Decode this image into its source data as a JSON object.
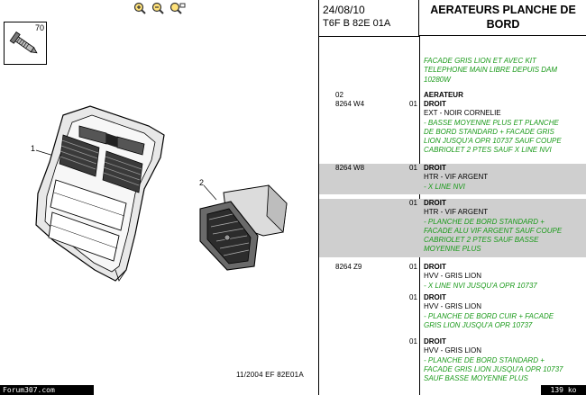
{
  "zoom_toolbar": {
    "zoom_in_label": "zoom in",
    "zoom_out_label": "zoom out",
    "zoom_fit_label": "zoom fit"
  },
  "diagram": {
    "part_70_label": "70",
    "part_1_label": "1",
    "part_2_label": "2",
    "footer_ref": "11/2004   EF 82E01A"
  },
  "header": {
    "date": "24/08/10",
    "code": "T6F  B  82E  01A",
    "title_line1": "AERATEURS PLANCHE DE",
    "title_line2": "BORD"
  },
  "entries": [
    {
      "ref": "",
      "num": "",
      "lines": [
        {
          "text": "FACADE GRIS LION ET AVEC KIT",
          "style": "g"
        },
        {
          "text": "TELEPHONE MAIN LIBRE DEPUIS DAM",
          "style": "g"
        },
        {
          "text": "10280W",
          "style": "g"
        }
      ]
    },
    {
      "ref": "02",
      "num": "",
      "lines": [
        {
          "text": "AERATEUR",
          "style": "b"
        }
      ]
    },
    {
      "ref": "8264 W4",
      "num": "01",
      "lines": [
        {
          "text": "DROIT",
          "style": "b"
        },
        {
          "text": "EXT - NOIR CORNELIE",
          "style": ""
        },
        {
          "text": "- BASSE MOYENNE PLUS ET PLANCHE",
          "style": "g"
        },
        {
          "text": "DE BORD STANDARD + FACADE GRIS",
          "style": "g"
        },
        {
          "text": "LION JUSQU'A OPR 10737 SAUF COUPE",
          "style": "g"
        },
        {
          "text": "CABRIOLET 2 PTES SAUF X LINE NVI",
          "style": "g"
        }
      ]
    },
    {
      "ref": "8264 W8",
      "num": "01",
      "shade": true,
      "lines": [
        {
          "text": "DROIT",
          "style": "b"
        },
        {
          "text": "HTR - VIF ARGENT",
          "style": ""
        },
        {
          "text": "- X LINE NVI",
          "style": "g"
        }
      ]
    },
    {
      "ref": "",
      "num": "01",
      "shade": true,
      "lines": [
        {
          "text": "DROIT",
          "style": "b"
        },
        {
          "text": "HTR - VIF ARGENT",
          "style": ""
        },
        {
          "text": "- PLANCHE DE BORD STANDARD +",
          "style": "g"
        },
        {
          "text": "FACADE ALU VIF ARGENT SAUF COUPE",
          "style": "g"
        },
        {
          "text": "CABRIOLET 2 PTES SAUF BASSE",
          "style": "g"
        },
        {
          "text": "MOYENNE PLUS",
          "style": "g"
        }
      ]
    },
    {
      "ref": "8264 Z9",
      "num": "01",
      "lines": [
        {
          "text": "DROIT",
          "style": "b"
        },
        {
          "text": "HVV - GRIS LION",
          "style": ""
        },
        {
          "text": "- X LINE NVI JUSQU'A OPR 10737",
          "style": "g"
        }
      ]
    },
    {
      "ref": "",
      "num": "01",
      "lines": [
        {
          "text": "DROIT",
          "style": "b"
        },
        {
          "text": "HVV - GRIS LION",
          "style": ""
        },
        {
          "text": "- PLANCHE DE BORD CUIR + FACADE",
          "style": "g"
        },
        {
          "text": "GRIS LION JUSQU'A OPR 10737",
          "style": "g"
        }
      ]
    },
    {
      "ref": "",
      "num": "01",
      "lines": [
        {
          "text": "DROIT",
          "style": "b"
        },
        {
          "text": "HVV - GRIS LION",
          "style": ""
        },
        {
          "text": "- PLANCHE DE BORD STANDARD +",
          "style": "g"
        },
        {
          "text": "FACADE GRIS LION JUSQU'A OPR 10737",
          "style": "g"
        },
        {
          "text": "SAUF BASSE MOYENNE PLUS",
          "style": "g"
        }
      ]
    }
  ],
  "status": {
    "left": "Forum307.com",
    "right": "139 ko"
  },
  "colors": {
    "note_green": "#1a9a1a",
    "highlight": "#cfcfcf"
  }
}
